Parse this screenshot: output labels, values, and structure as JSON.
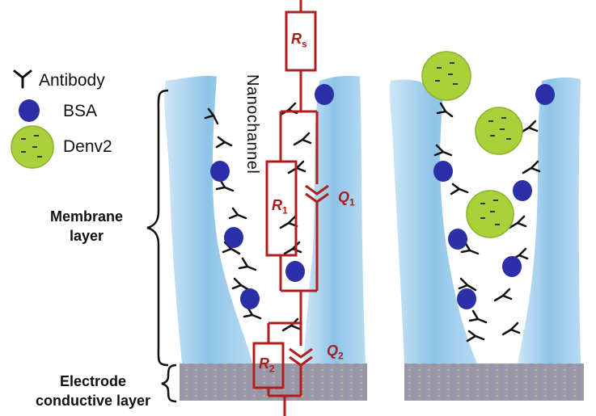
{
  "legend": {
    "antibody": "Antibody",
    "bsa": "BSA",
    "denv2": "Denv2"
  },
  "labels": {
    "nanochannel": "Nanochannel",
    "membrane_line1": "Membrane",
    "membrane_line2": "layer",
    "electrode_line1": "Electrode",
    "electrode_line2": "conductive layer"
  },
  "circuit": {
    "rs": {
      "sym": "R",
      "sub": "s"
    },
    "r1": {
      "sym": "R",
      "sub": "1"
    },
    "r2": {
      "sym": "R",
      "sub": "2"
    },
    "q1": {
      "sym": "Q",
      "sub": "1"
    },
    "q2": {
      "sym": "Q",
      "sub": "2"
    }
  },
  "colors": {
    "membrane": "#8ec4e8",
    "membrane_light": "#cfe6f6",
    "bsa": "#2b2fa8",
    "denv2": "#a8d13a",
    "circuit": "#b01e1e",
    "electrode": "#9a97a6",
    "antibody": "#111111"
  }
}
